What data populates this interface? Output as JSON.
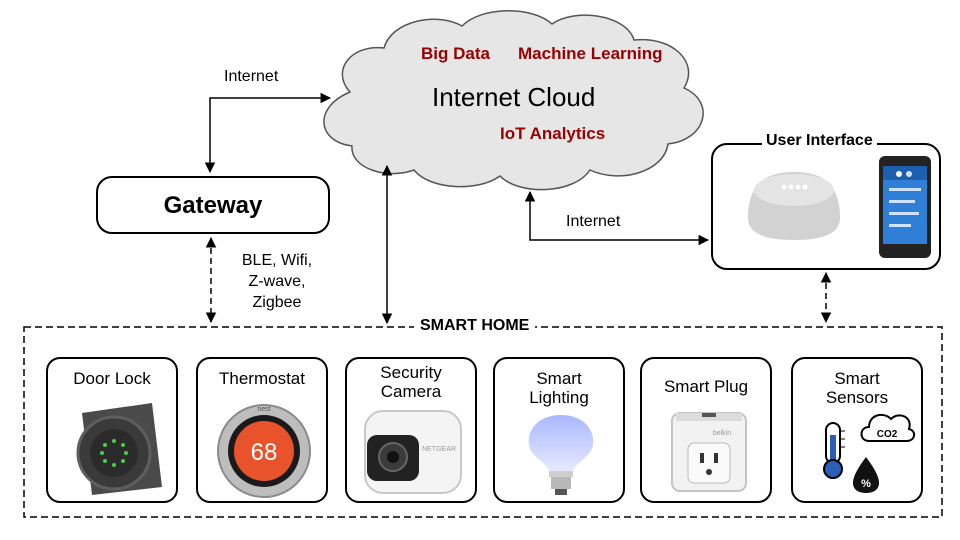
{
  "cloud": {
    "title": "Internet Cloud",
    "labels": [
      "Big Data",
      "Machine Learning",
      "IoT Analytics"
    ]
  },
  "links": {
    "gateway_cloud": "Internet",
    "cloud_ui": "Internet",
    "gateway_home": [
      "BLE, Wifi,",
      "Z-wave,",
      "Zigbee"
    ]
  },
  "gateway": {
    "label": "Gateway"
  },
  "user_interface": {
    "title": "User Interface"
  },
  "smart_home": {
    "title": "SMART HOME",
    "devices": [
      {
        "lines": [
          "Door Lock"
        ]
      },
      {
        "lines": [
          "Thermostat"
        ],
        "display": "68",
        "brand": "nest"
      },
      {
        "lines": [
          "Security",
          "Camera"
        ],
        "brand": "NETGEAR"
      },
      {
        "lines": [
          "Smart",
          "Lighting"
        ]
      },
      {
        "lines": [
          "Smart Plug"
        ],
        "brand": "belkin"
      },
      {
        "lines": [
          "Smart",
          "Sensors"
        ],
        "co2": "CO2",
        "humidity": "%"
      }
    ]
  },
  "colors": {
    "accent": "#990000",
    "cloud": "#e6e6e6"
  }
}
